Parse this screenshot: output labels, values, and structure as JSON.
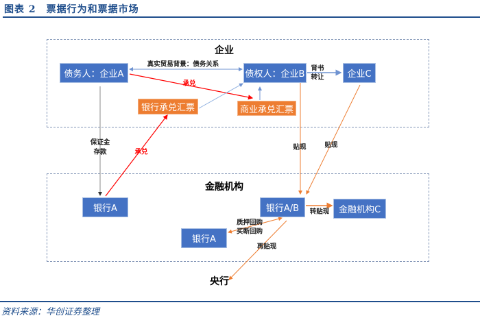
{
  "header": {
    "title": "图表 2　票据行为和票据市场"
  },
  "zones": {
    "enterprise": {
      "title": "企业"
    },
    "financial": {
      "title": "金融机构"
    }
  },
  "nodes": {
    "debtor": "债务人：企业A",
    "creditor": "债权人：企业B",
    "company_c": "企业C",
    "bank_acceptance": "银行承兑汇票",
    "commercial_acceptance": "商业承兑汇票",
    "bank_a": "银行A",
    "bank_ab": "银行A/B",
    "fin_c": "金融机构C",
    "bank_a_lower": "银行A",
    "central_bank": "央行"
  },
  "labels": {
    "trade": "真实贸易背景：债务关系",
    "endorse_1": "背书",
    "endorse_2": "转让",
    "accept_top": "承兑",
    "accept_left": "承兑",
    "deposit_1": "保证金",
    "deposit_2": "存款",
    "discount_b": "贴现",
    "discount_c": "贴现",
    "rediscount_transfer": "转贴现",
    "repo_1": "质押回购",
    "repo_2": "买断回购",
    "rediscount": "再贴现"
  },
  "footer": {
    "source": "资料来源：华创证券整理"
  },
  "colors": {
    "blue": "#4472c4",
    "orange": "#ed7d31",
    "red": "#ff0000",
    "brand": "#1f4e8c"
  }
}
